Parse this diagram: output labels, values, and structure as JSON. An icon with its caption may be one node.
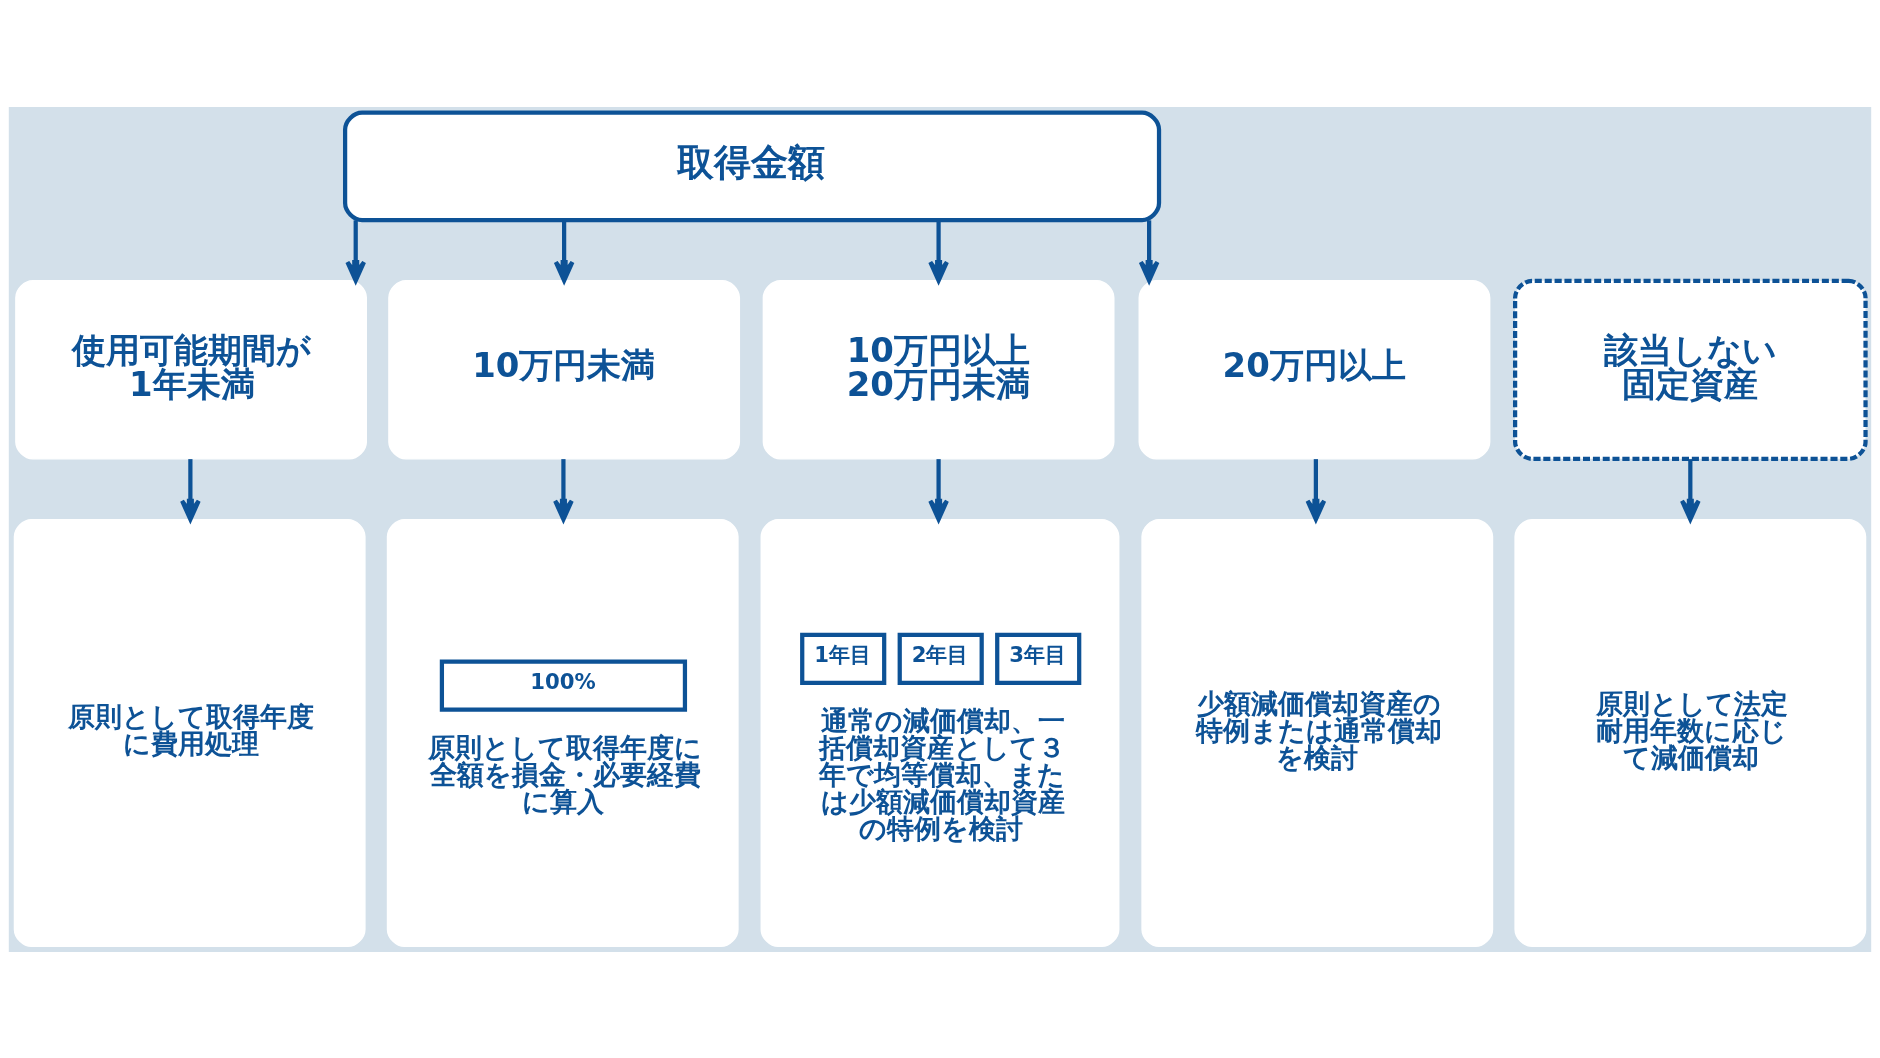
{
  "diagram": {
    "nodes": [
      {
        "text": [
          "取得金額"
        ]
      },
      {
        "text": [
          "使用可能期間が1年未満"
        ]
      },
      {
        "text": [
          "10万円未満"
        ]
      },
      {
        "text": [
          "10万円以上20万円未満"
        ]
      },
      {
        "text": [
          "20万円以上"
        ]
      },
      {
        "text": [
          "該当しない固定資産"
        ]
      },
      {
        "text": [
          "原則として取得年度に費用処理"
        ]
      },
      {
        "text": [
          "100%",
          "原則として取得年度に全額を損金・必要経費に算入"
        ]
      },
      {
        "text": [
          "1年目",
          "2年目",
          "3年目",
          "通常の減価償却、一括償却資産として３年で均等償却、または少額減価償却資産の特例を検討"
        ]
      },
      {
        "text": [
          "少額減価償却資産の特例または通常償却を検討"
        ]
      },
      {
        "text": [
          "原則として法定耐用年数に応じて減価償却"
        ]
      }
    ],
    "edges": [
      {
        "from": 0,
        "to": 1,
        "arrow": "to"
      },
      {
        "from": 0,
        "to": 2,
        "arrow": "to"
      },
      {
        "from": 0,
        "to": 3,
        "arrow": "to"
      },
      {
        "from": 0,
        "to": 4,
        "arrow": "to"
      },
      {
        "from": 1,
        "to": 6,
        "arrow": "to"
      },
      {
        "from": 2,
        "to": 7,
        "arrow": "to"
      },
      {
        "from": 3,
        "to": 8,
        "arrow": "to"
      },
      {
        "from": 4,
        "to": 9,
        "arrow": "to"
      },
      {
        "from": 5,
        "to": 10,
        "arrow": "to"
      }
    ]
  }
}
